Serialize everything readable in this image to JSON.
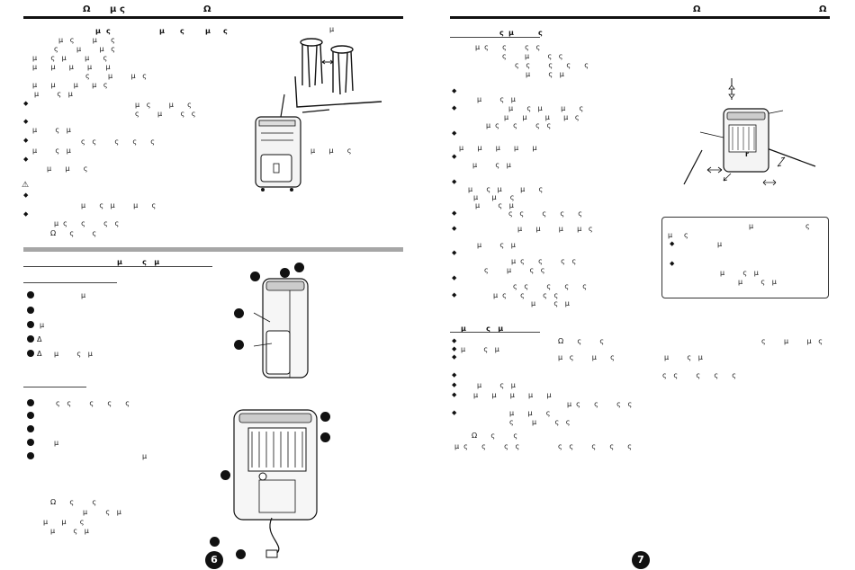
{
  "left_page": {
    "header_glyphs": [
      "Ω",
      "μ",
      "ς",
      "Ω"
    ],
    "intro_row1": [
      "μ",
      "ς",
      "μ",
      "ς",
      "μ",
      "ς"
    ],
    "tap_mark": "μ",
    "page_number": "6"
  },
  "right_page": {
    "header_glyphs": [
      "Ω",
      "Ω"
    ],
    "sub_heading": [
      "ς",
      "μ",
      "ς"
    ],
    "note_glyphs": [
      "μ",
      "ς",
      "μ",
      "ς",
      "μ"
    ],
    "mark_r": "r",
    "page_number": "7"
  },
  "glyph_lines": {
    "l1": "μ   ς        μ      ς",
    "l2": "ς        μ        μ   ς",
    "l3": "μ      ς   μ        μ      ς",
    "l4": "μ      μ      μ      μ      μ",
    "l5": "μ      μ        μ      μ   ς",
    "l6": "ς   ς        ς      ς      ς",
    "l7": "ς        μ        ς   ς",
    "l8": "μ  ς      ς        ς   ς",
    "l9": "Ω      ς        ς",
    "l10": "μ        ς   μ",
    "l11": "μ      μ      ς"
  },
  "warning_glyphs": [
    "Δ",
    "Δ"
  ],
  "colors": {
    "ink": "#111111",
    "gray_bar": "#a6a6a6",
    "panel_bg": "#ffffff"
  }
}
